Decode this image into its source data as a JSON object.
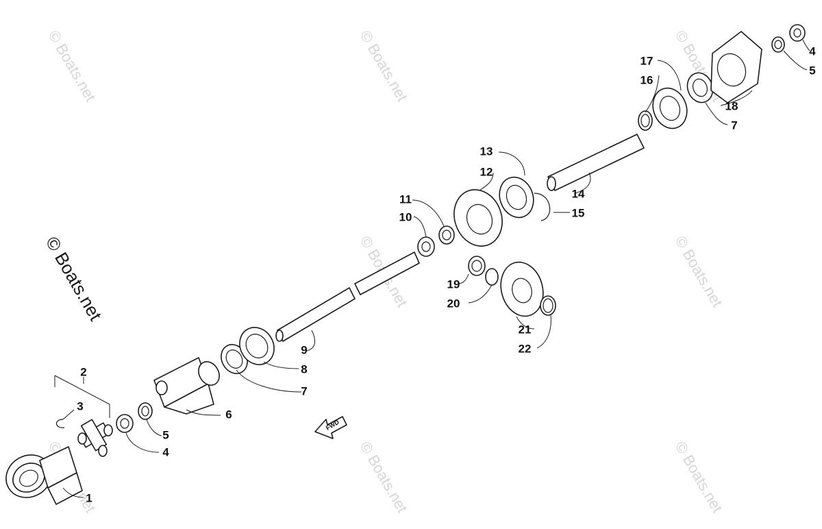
{
  "watermark": {
    "faint_text": "© Boats.net",
    "main_text": "© Boats.net"
  },
  "direction_arrow": {
    "label": "FWD"
  },
  "callouts": {
    "c1": "1",
    "c2": "2",
    "c3": "3",
    "c4a": "4",
    "c5a": "5",
    "c6": "6",
    "c7a": "7",
    "c8": "8",
    "c9": "9",
    "c10": "10",
    "c11": "11",
    "c12": "12",
    "c13": "13",
    "c14": "14",
    "c15": "15",
    "c16": "16",
    "c17": "17",
    "c18": "18",
    "c7b": "7",
    "c4b": "4",
    "c5b": "5",
    "c19": "19",
    "c20": "20",
    "c21": "21",
    "c22": "22"
  },
  "colors": {
    "line": "#1a1a1a",
    "watermark": "#d6d6d6",
    "background": "#ffffff"
  }
}
